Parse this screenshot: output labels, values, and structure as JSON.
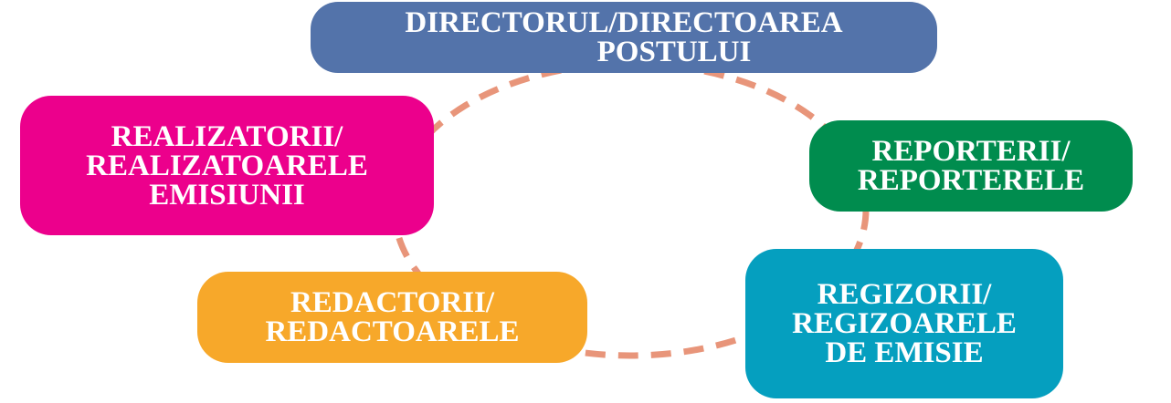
{
  "colors": {
    "ring": "#e8957a",
    "director": "#5373aa",
    "realizatori": "#ec008c",
    "reporteri": "#008c4e",
    "redactori": "#f7a82a",
    "regizori": "#059fbf"
  },
  "nodes": {
    "director": {
      "line1": "DIRECTORUL/DIRECTOAREA",
      "line2": "POSTULUI"
    },
    "realizatori": {
      "line1": "REALIZATORII/",
      "line2": "REALIZATOARELE",
      "line3": "EMISIUNII"
    },
    "reporteri": {
      "line1": "REPORTERII/",
      "line2": "REPORTERELE"
    },
    "redactori": {
      "line1": "REDACTORII/",
      "line2": "REDACTOARELE"
    },
    "regizori": {
      "line1": "REGIZORII/",
      "line2": "REGIZOARELE",
      "line3": "DE EMISIE"
    }
  }
}
